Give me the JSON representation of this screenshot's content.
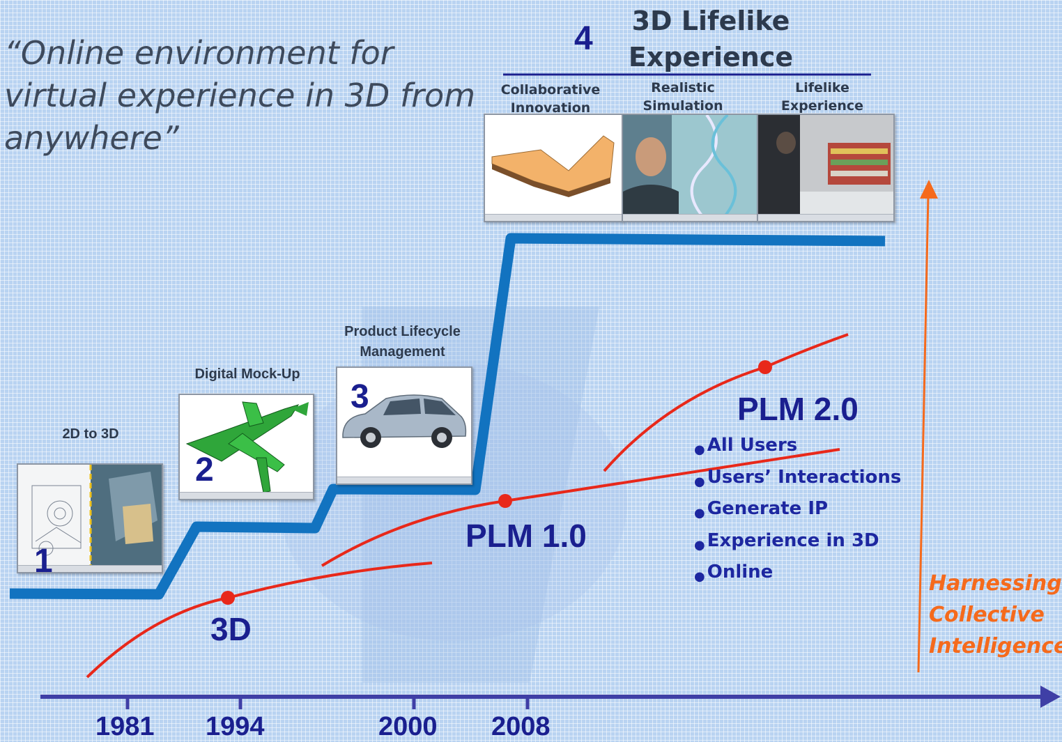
{
  "quote": "“Online environment for virtual experience in 3D from anywhere”",
  "stages": {
    "s1": {
      "label": "2D to 3D",
      "number": "1"
    },
    "s2": {
      "label": "Digital Mock-Up",
      "number": "2"
    },
    "s3": {
      "label": "Product Lifecycle Management",
      "number": "3"
    },
    "s4": {
      "title": "3D Lifelike Experience",
      "number": "4",
      "panels": [
        "Collaborative Innovation",
        "Realistic Simulation",
        "Lifelike Experience"
      ]
    }
  },
  "curves": {
    "c3d": "3D",
    "plm1": "PLM 1.0",
    "plm2": "PLM 2.0"
  },
  "plm2_bullets": [
    "All Users",
    "Users’ Interactions",
    "Generate IP",
    "Experience in 3D",
    "Online"
  ],
  "timeline": {
    "years": [
      "1981",
      "1994",
      "2000",
      "2008"
    ]
  },
  "side_arrow_label": "Harnessing Collective Intelligence",
  "colors": {
    "step_line": "#1273c0",
    "curve": "#e8281a",
    "marker": "#e8281a",
    "timeline": "#3f3fa6",
    "side_arrow": "#f56a1c",
    "text_dark_blue": "#1a1f8f"
  }
}
